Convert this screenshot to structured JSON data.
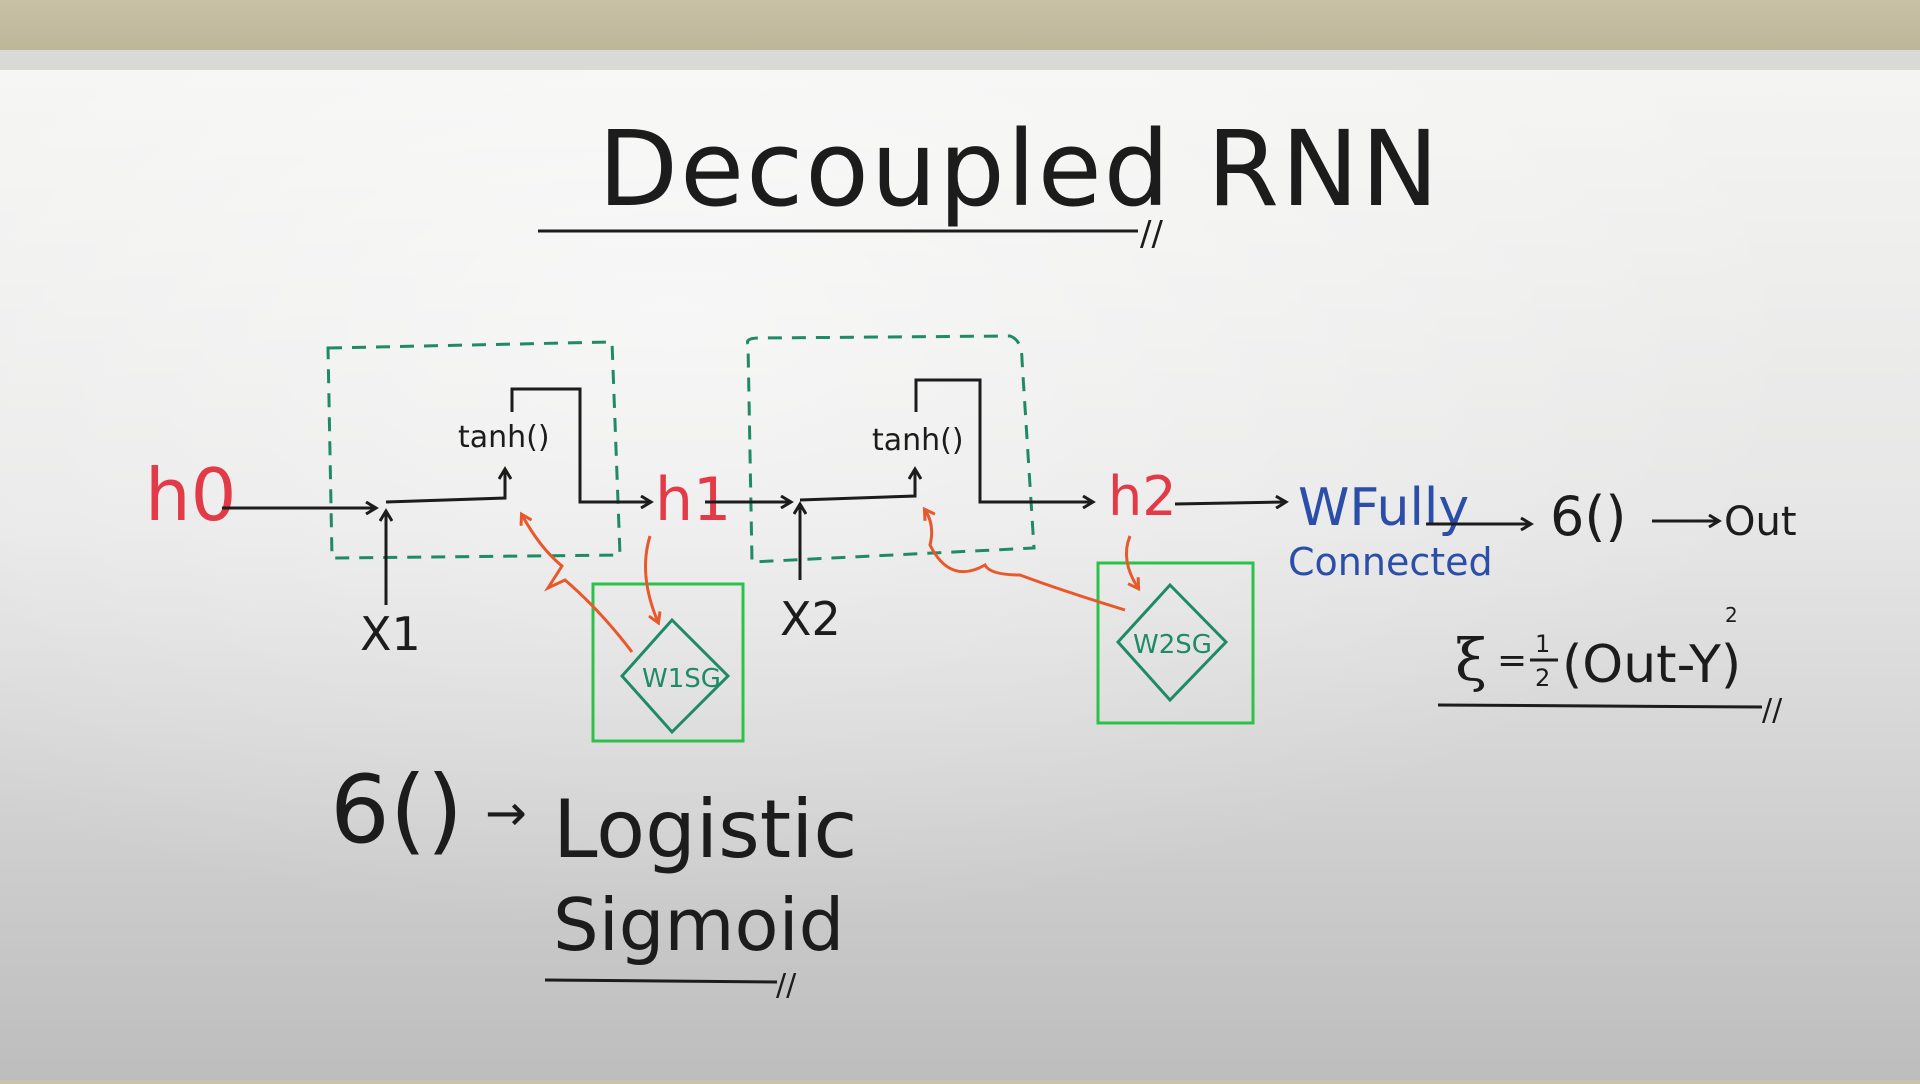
{
  "title": "Decoupled RNN",
  "nodes": {
    "h0": "h0",
    "h1": "h1",
    "h2": "h2",
    "x1": "X1",
    "x2": "X2",
    "tanh1": "tanh()",
    "tanh2": "tanh()",
    "w1sg": "W1SG",
    "w2sg": "W2SG",
    "w_fully_1": "WFully",
    "w_fully_2": "Connected",
    "sigma_out": "6()",
    "out": "Out"
  },
  "loss": {
    "lhs": "ξ",
    "eq": "=",
    "half_num": "1",
    "half_den": "2",
    "paren_expr": "(Out-Y)",
    "exponent": "2"
  },
  "note": {
    "sigma": "6()",
    "arrow": "→",
    "line1": "Logistic",
    "line2": "Sigmoid"
  },
  "end_mark": "//",
  "colors": {
    "black": "#1c1c1c",
    "red": "#e23a46",
    "orange": "#e9582b",
    "teal": "#1f8a66",
    "green_box": "#2cc24a",
    "blue": "#2b4ea8"
  }
}
